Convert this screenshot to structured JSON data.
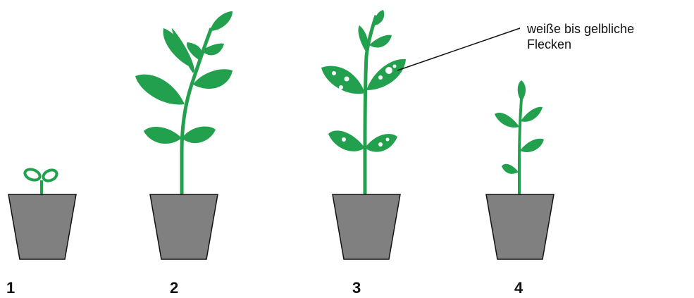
{
  "plants": [
    {
      "label": "1",
      "description": "seedling"
    },
    {
      "label": "2",
      "description": "healthy plant"
    },
    {
      "label": "3",
      "description": "plant with spots"
    },
    {
      "label": "4",
      "description": "small plant"
    }
  ],
  "annotation": {
    "line1": "weiße bis gelbliche",
    "line2": "Flecken"
  },
  "colors": {
    "leaf": "#23a04e",
    "leaf_dark": "#1c8a41",
    "pot": "#808080",
    "outline": "#111111",
    "spot": "#ffffff"
  }
}
